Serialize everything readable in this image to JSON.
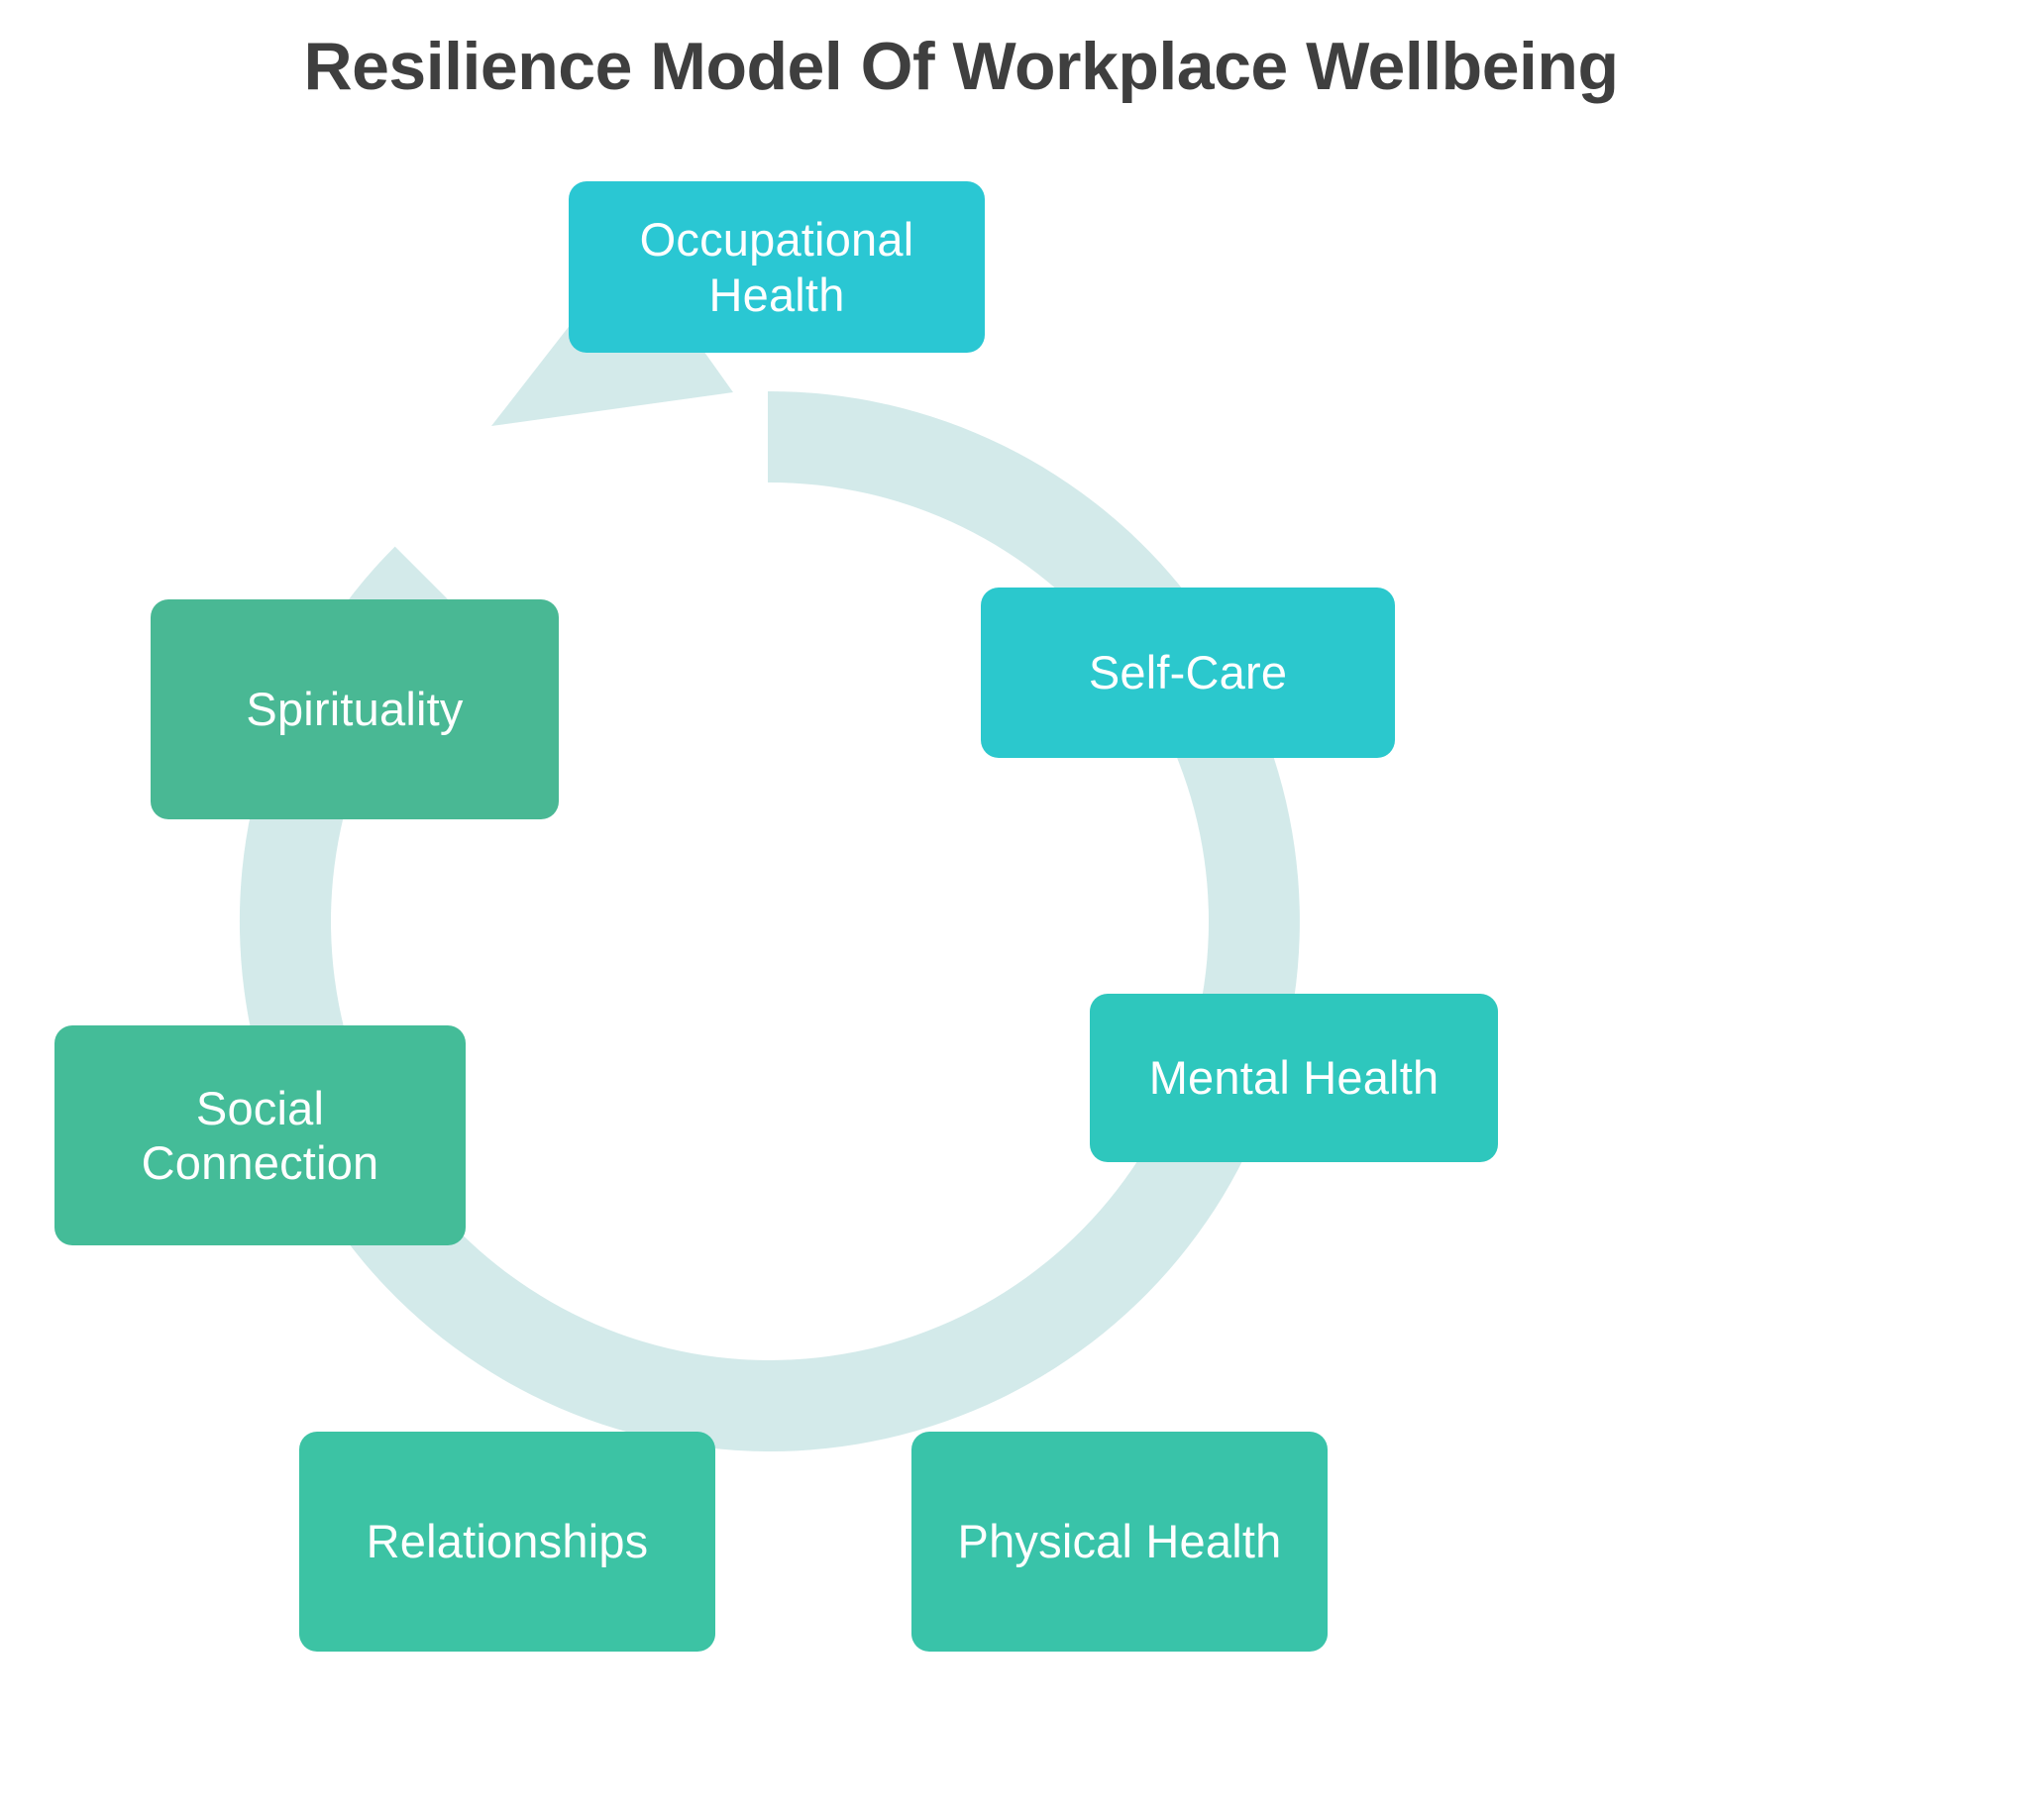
{
  "page": {
    "title": "Resilience Model Of Workplace Wellbeing",
    "background_color": "#ffffff",
    "title_color": "#3f3f3f"
  },
  "diagram": {
    "type": "cycle",
    "direction": "clockwise",
    "ring_color": "#d3eaea",
    "arrow_icon_name": "arrowhead-clockwise",
    "nodes": [
      {
        "id": "occupational-health",
        "label": "Occupational\nHealth",
        "color": "#2ac7d3",
        "position": "top"
      },
      {
        "id": "self-care",
        "label": "Self-Care",
        "color": "#2bc8cd",
        "position": "upper-right"
      },
      {
        "id": "mental-health",
        "label": "Mental Health",
        "color": "#2ec7bd",
        "position": "right"
      },
      {
        "id": "physical-health",
        "label": "Physical Health",
        "color": "#39c3a9",
        "position": "lower-right"
      },
      {
        "id": "relationships",
        "label": "Relationships",
        "color": "#3cc3a4",
        "position": "lower-left"
      },
      {
        "id": "social-connection",
        "label": "Social\nConnection",
        "color": "#44bc98",
        "position": "left"
      },
      {
        "id": "spirituality",
        "label": "Spirituality",
        "color": "#49b894",
        "position": "upper-left"
      }
    ]
  }
}
